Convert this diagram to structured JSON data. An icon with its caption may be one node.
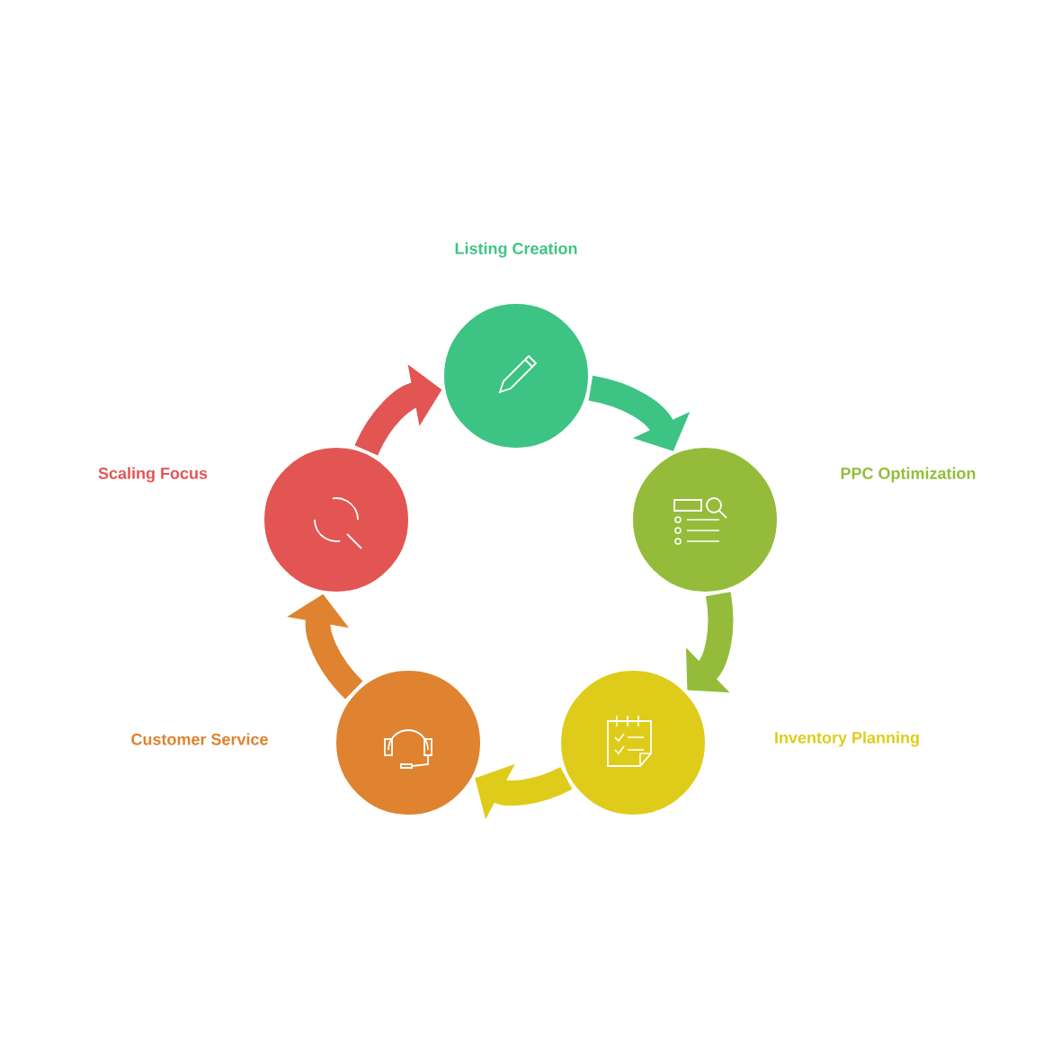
{
  "diagram": {
    "nodes": [
      {
        "text": [
          "Listing Creation"
        ]
      },
      {
        "text": [
          "PPC Optimization"
        ]
      },
      {
        "text": [
          "Inventory Planning"
        ]
      },
      {
        "text": [
          "Customer Service"
        ]
      },
      {
        "text": [
          "Scaling Focus"
        ]
      }
    ],
    "edges": [
      {
        "from": 0,
        "to": 1,
        "arrow": "to",
        "color": "#3dc484"
      },
      {
        "from": 1,
        "to": 2,
        "arrow": "to",
        "color": "#94bc3a"
      },
      {
        "from": 2,
        "to": 3,
        "arrow": "to",
        "color": "#dfcc1a"
      },
      {
        "from": 3,
        "to": 4,
        "arrow": "to",
        "color": "#df8330"
      },
      {
        "from": 4,
        "to": 0,
        "arrow": "to",
        "color": "#e25553"
      }
    ]
  }
}
